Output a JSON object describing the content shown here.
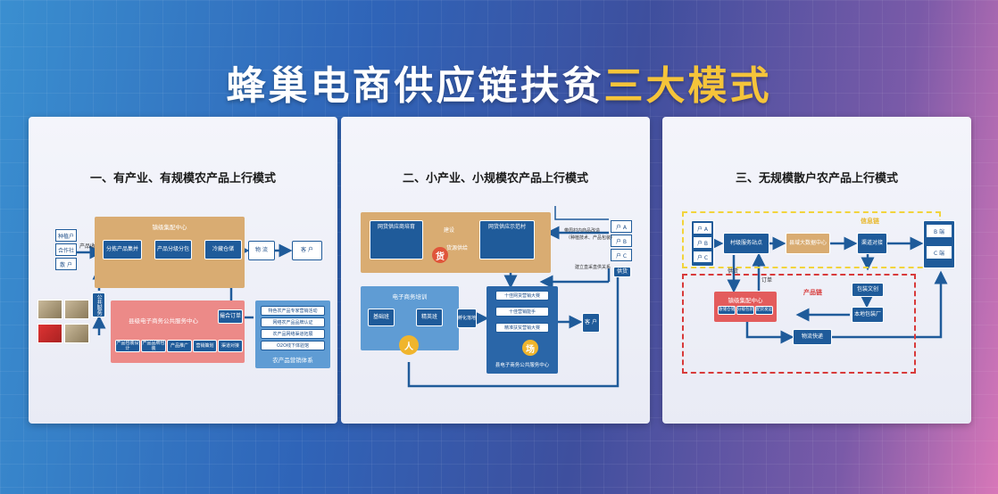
{
  "title": {
    "main": "蜂巢电商供应链扶贫",
    "highlight": "三大模式"
  },
  "panel1": {
    "title": "一、有产业、有规模农产品上行模式",
    "zone_center": "镇级集配中心",
    "left_stack": [
      "种植户",
      "合作社",
      "散 户"
    ],
    "product_collect": "产品收集",
    "steps": [
      "分拣产品集并",
      "产品分级分包",
      "冷藏仓储"
    ],
    "logistics": "物 流",
    "customer": "客 户",
    "pub_service": "公共服务",
    "county_center": "县级电子商务公共服务中心",
    "dock_order": "撮合订单",
    "service_items": [
      "产品包装设计",
      "产品品牌包装",
      "产品推广",
      "营销策划",
      "渠道对接"
    ],
    "marketing_items": [
      "特色农产品专家营销活动",
      "网络农产品品牌认证",
      "农产品网络渠道拓展",
      "O2O线下体验馆"
    ],
    "marketing_system": "农产品营销体系"
  },
  "panel2": {
    "title": "二、小产业、小规模农产品上行模式",
    "supplier_cultivate": "网货供应商培育",
    "build": "建设",
    "supply_demo": "网货供应示范村",
    "supply_label": "货源供给",
    "goods": "货",
    "right_stack": [
      "户 A",
      "户 B",
      "户 C"
    ],
    "rural_note": "带周村内商品改造",
    "rural_note2": "（种植技术、产品包装）",
    "supply_relation": "建立直采直供关系",
    "supply_tag": "供货",
    "ecom_training": "电子商务培训",
    "basic": "基础班",
    "advanced": "精英班",
    "hatch": "孵化落地",
    "person": "人",
    "center_items": [
      "十佳网货营销大赛",
      "十佳营销能手",
      "精准扶贫营销大赛"
    ],
    "venue": "场",
    "county_center": "县电子商务公共服务中心",
    "customer": "客 户"
  },
  "panel3": {
    "title": "三、无规模散户农产品上行模式",
    "left_stack": [
      "户 A",
      "户 B",
      "户 C"
    ],
    "village_station": "村级服务站点",
    "county_data": "县域大数据中心",
    "channel": "渠道对接",
    "info_chain": "信息链",
    "right_stack": [
      "B 端",
      "C 端"
    ],
    "product_chain": "产品链",
    "supply": "供货",
    "order": "订单",
    "town_center": "镇级集配中心",
    "town_sub": [
      "收储仓储",
      "分级包装",
      "配货发运"
    ],
    "package_design": "包装文创",
    "local_factory": "本地包装厂",
    "express": "物流快递"
  }
}
